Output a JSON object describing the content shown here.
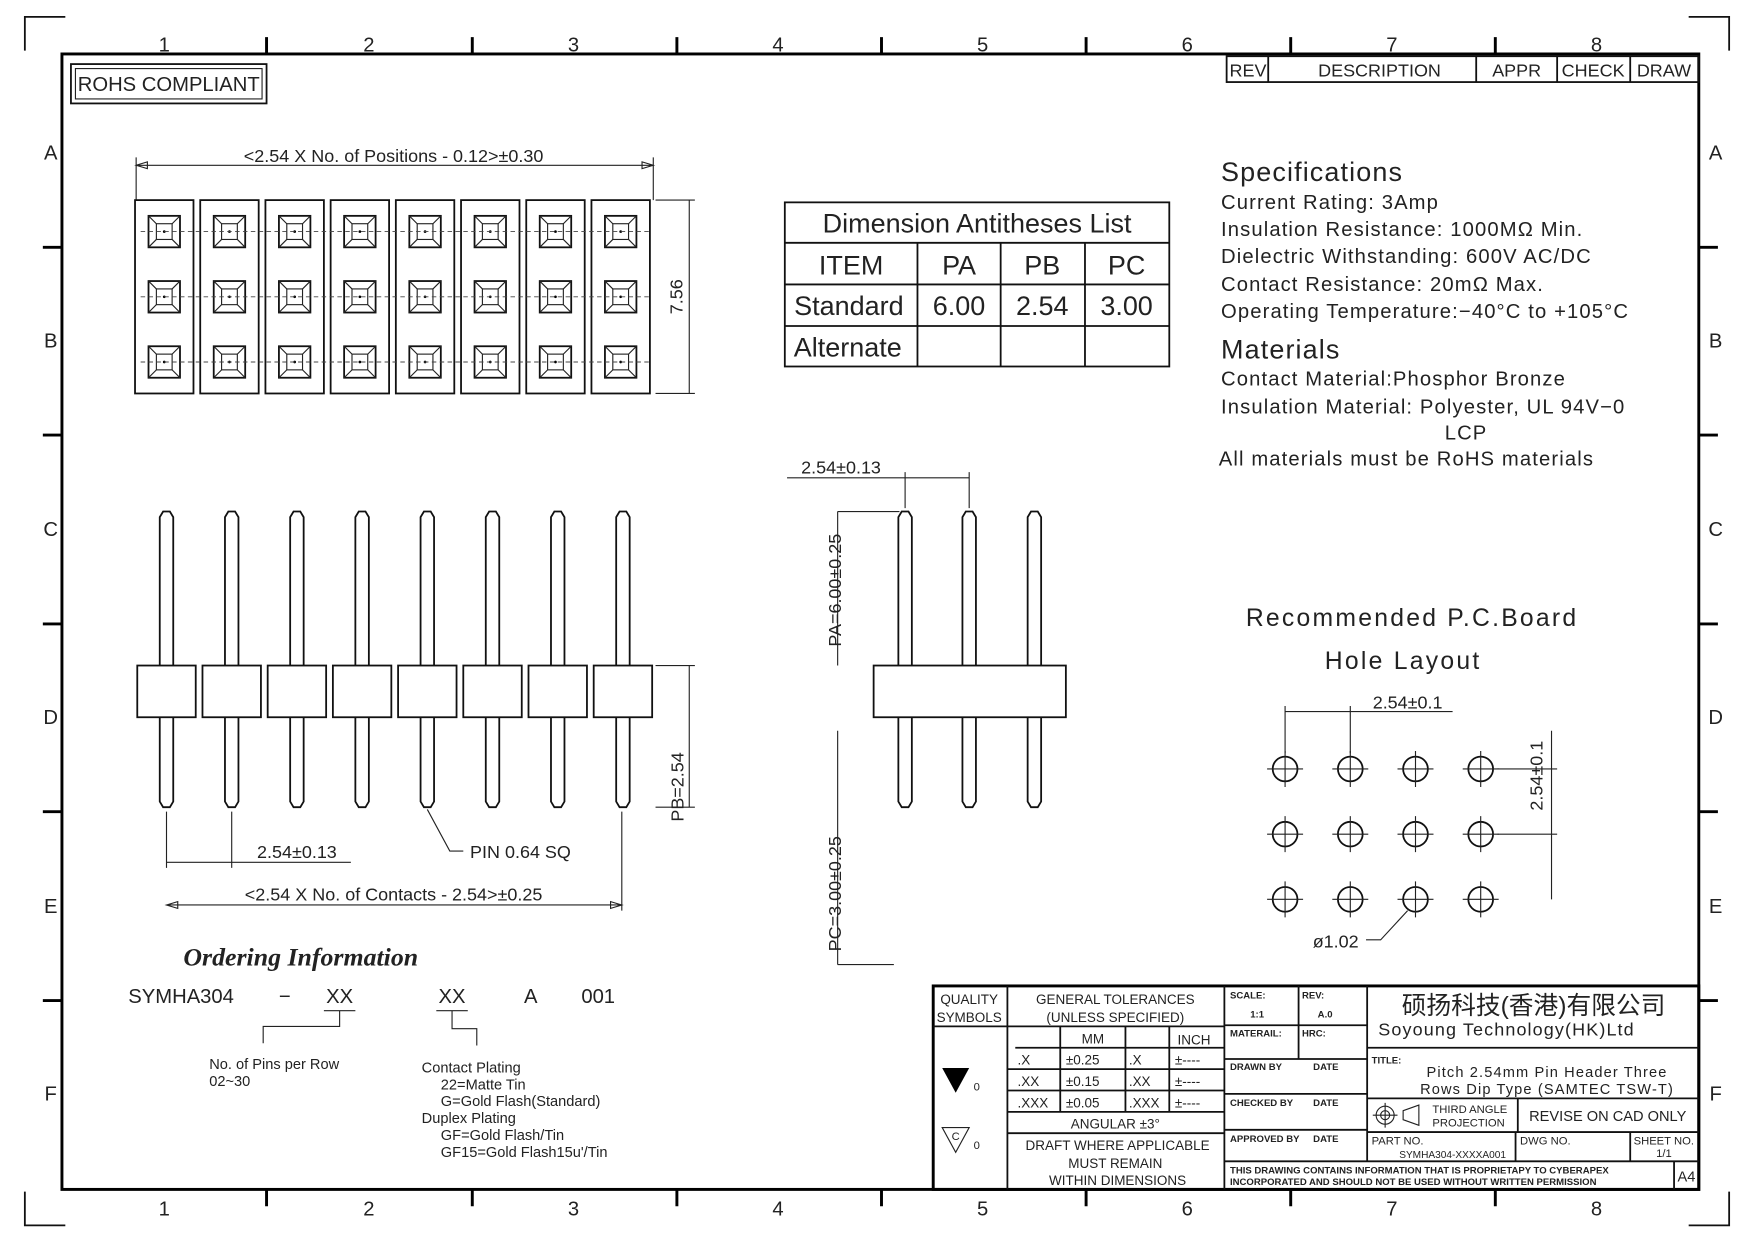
{
  "ruler": {
    "columns": [
      "1",
      "2",
      "3",
      "4",
      "5",
      "6",
      "7",
      "8"
    ],
    "rows": [
      "A",
      "B",
      "C",
      "D",
      "E",
      "F"
    ]
  },
  "revision_table": {
    "rev": "REV",
    "description": "DESCRIPTION",
    "appr": "APPR",
    "check": "CHECK",
    "draw": "DRAW"
  },
  "rohs": "ROHS COMPLIANT",
  "top_view": {
    "width_dim": "<2.54 X No. of Positions - 0.12>±0.30",
    "height_dim": "7.56",
    "positions": 8,
    "rows": 3
  },
  "dimension_table": {
    "title": "Dimension Antitheses List",
    "headers": [
      "ITEM",
      "PA",
      "PB",
      "PC"
    ],
    "rows": [
      [
        "Standard",
        "6.00",
        "2.54",
        "3.00"
      ],
      [
        "Alternate",
        "",
        "",
        ""
      ]
    ]
  },
  "specifications": {
    "title": "Specifications",
    "lines": [
      "Current Rating: 3Amp",
      "Insulation Resistance:   1000MΩ Min.",
      "Dielectric Withstanding:   600V AC/DC",
      "Contact Resistance:   20mΩ Max.",
      "Operating Temperature:−40°C to +105°C"
    ]
  },
  "materials": {
    "title": "Materials",
    "lines": [
      "Contact Material:Phosphor Bronze",
      "Insulation Material: Polyester, UL 94V−0",
      "LCP",
      "All materials must be RoHS materials"
    ]
  },
  "front_view": {
    "pitch_dim": "2.54±0.13",
    "length_dim": "<2.54 X No. of Contacts - 2.54>±0.25",
    "pin_label": "PIN 0.64 SQ",
    "pb_dim": "PB=2.54"
  },
  "side_view": {
    "pitch_dim": "2.54±0.13",
    "pa_dim": "PA=6.00±0.25",
    "pc_dim": "PC=3.00±0.25"
  },
  "hole_layout": {
    "title_line1": "Recommended P.C.Board",
    "title_line2": "Hole Layout",
    "pitch_x": "2.54±0.1",
    "pitch_y": "2.54±0.1",
    "hole_dia": "ø1.02"
  },
  "ordering": {
    "title": "Ordering Information",
    "code": [
      "SYMHA304",
      "−",
      "XX",
      "XX",
      "A",
      "001"
    ],
    "pins_label": [
      "No. of Pins per Row",
      "02~30"
    ],
    "plating": [
      "Contact Plating",
      "22=Matte Tin",
      "G=Gold Flash(Standard)",
      "Duplex Plating",
      "GF=Gold Flash/Tin",
      "GF15=Gold Flash15u'/Tin"
    ]
  },
  "title_block": {
    "quality": [
      "QUALITY",
      "SYMBOLS"
    ],
    "sym1": "0",
    "sym2": "0",
    "sym2_letter": "C",
    "tol_header": [
      "GENERAL TOLERANCES",
      "(UNLESS SPECIFIED)"
    ],
    "tol_cols": [
      "MM",
      "INCH"
    ],
    "tol_rows": [
      [
        ".X",
        "±0.25",
        ".X",
        "±----"
      ],
      [
        ".XX",
        "±0.15",
        ".XX",
        "±----"
      ],
      [
        ".XXX",
        "±0.05",
        ".XXX",
        "±----"
      ]
    ],
    "angular": "ANGULAR ±3°",
    "draft": [
      "DRAFT WHERE APPLICABLE",
      "MUST REMAIN",
      "WITHIN DIMENSIONS"
    ],
    "scale_label": "SCALE:",
    "scale": "1:1",
    "rev_label": "REV:",
    "rev": "A.0",
    "material_label": "MATERAIL:",
    "hrc_label": "HRC:",
    "drawn_by": "DRAWN BY",
    "checked_by": "CHECKED BY",
    "approved_by": "APPROVED BY",
    "date": "DATE",
    "company_cn": "硕扬科技(香港)有限公司",
    "company_en": "Soyoung Technology(HK)Ltd",
    "title_label": "TITLE:",
    "title": [
      "Pitch 2.54mm Pin Header Three",
      "Rows Dip Type (SAMTEC TSW-T)"
    ],
    "projection": [
      "THIRD ANGLE",
      "PROJECTION"
    ],
    "revise": "REVISE ON CAD ONLY",
    "part_no_label": "PART NO.",
    "part_no": "SYMHA304-XXXXA001",
    "dwg_no_label": "DWG NO.",
    "sheet_label": "SHEET NO.",
    "sheet": "1/1",
    "disclaimer": [
      "THIS DRAWING CONTAINS INFORMATION THAT IS PROPRIETAPY TO CYBERAPEX",
      "INCORPORATED AND SHOULD NOT BE USED WITHOUT WRITTEN PERMISSION"
    ],
    "size": "A4"
  }
}
